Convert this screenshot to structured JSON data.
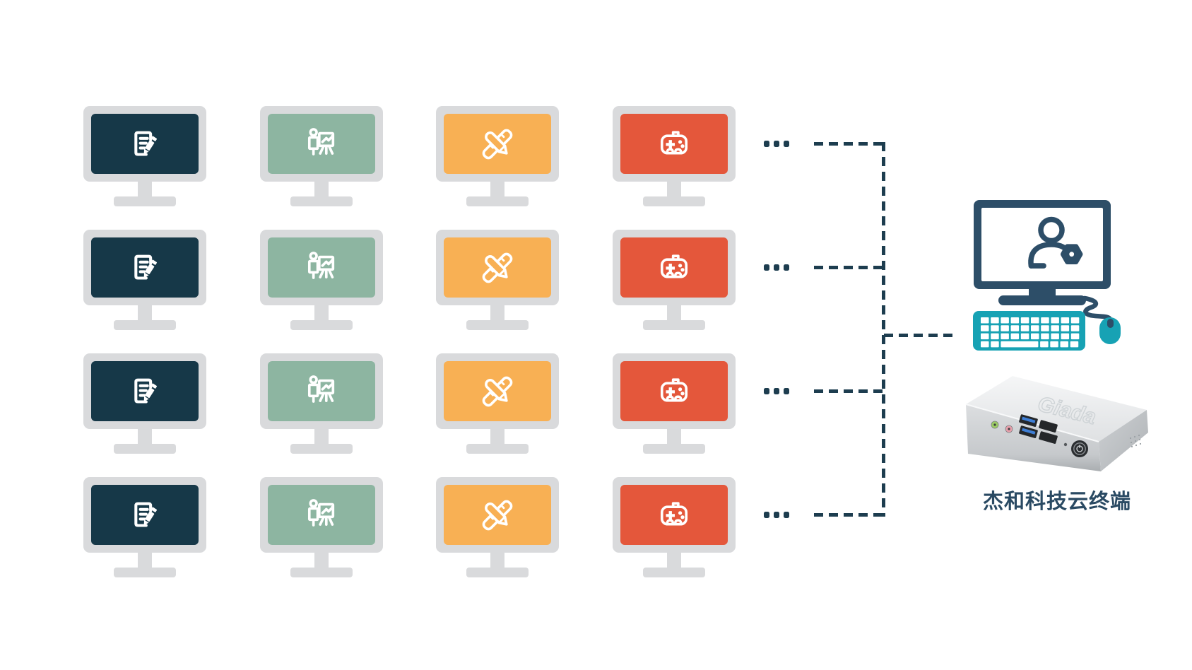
{
  "diagram": {
    "background": "#ffffff",
    "connector_color": "#1d3d4f",
    "monitor_frame_color": "#d9dadc"
  },
  "workstations": {
    "rows": 4,
    "row_ellipsis": "...",
    "columns": [
      {
        "name": "document-editing",
        "icon": "document-edit-icon",
        "screen_color": "#163848"
      },
      {
        "name": "presentation",
        "icon": "presentation-icon",
        "screen_color": "#8db5a1"
      },
      {
        "name": "design",
        "icon": "design-tools-icon",
        "screen_color": "#f8b054"
      },
      {
        "name": "gaming",
        "icon": "gamepad-icon",
        "screen_color": "#e4573b"
      }
    ]
  },
  "terminal": {
    "label": "杰和科技云终端",
    "label_color": "#2a4a63",
    "monitor_color": "#2d4e68",
    "screen_icon": "user-settings-icon",
    "peripheral_color": "#17a2b4",
    "device_logo": "Giada"
  }
}
